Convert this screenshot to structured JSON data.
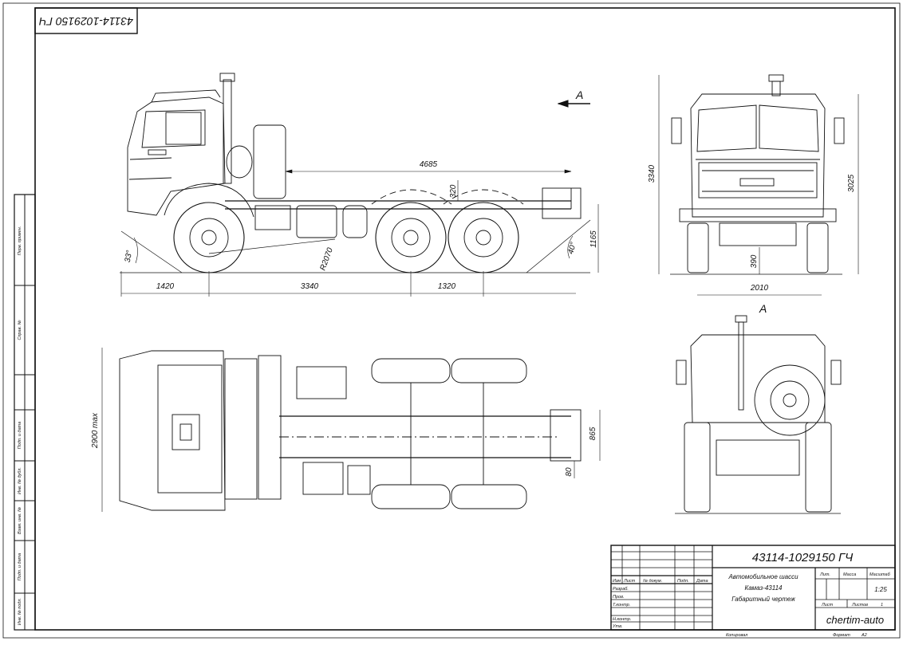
{
  "sheet": {
    "corner_code": "43114-1029150 ГЧ",
    "section_label_top": "А",
    "section_label_view": "А"
  },
  "dimensions": {
    "side": {
      "length_platform": "4685",
      "frame_height": "320",
      "front_overhang": "1420",
      "wheelbase_front": "3340",
      "wheelbase_rear": "1320",
      "frame_ground": "1165",
      "radius": "R2070",
      "angle_front": "33°",
      "angle_rear": "40°"
    },
    "front": {
      "height_total": "3340",
      "height_cab": "3025",
      "clearance": "390",
      "width": "2010"
    },
    "top": {
      "width_max": "2900 max",
      "frame_width": "865",
      "frame_offset": "80"
    }
  },
  "left_strip": {
    "labels": [
      "Перв. примен.",
      "Справ. №",
      "Подп. и дата",
      "Инв. № дубл.",
      "Взам. инв. №",
      "Подп. и дата",
      "Инв. № подл."
    ]
  },
  "title_block": {
    "doc_code": "43114-1029150 ГЧ",
    "title_line1": "Автомобильное шасси",
    "title_line2": "Камаз-43114",
    "title_line3": "Габаритный чертеж",
    "header_cols": [
      "Изм",
      "Лист",
      "№ докум.",
      "Подп.",
      "Дата"
    ],
    "roles": [
      "Разраб.",
      "Пров.",
      "Т.контр.",
      "",
      "Н.контр.",
      "Утв."
    ],
    "lit_label": "Лит.",
    "mass_label": "Масса",
    "scale_label": "Масштаб",
    "scale_value": "1:25",
    "sheet_label": "Лист",
    "sheets_label": "Листов",
    "sheets_value": "1",
    "org": "chertim-auto",
    "copied_label": "Копировал",
    "format_label": "Формат",
    "format_value": "А2"
  }
}
